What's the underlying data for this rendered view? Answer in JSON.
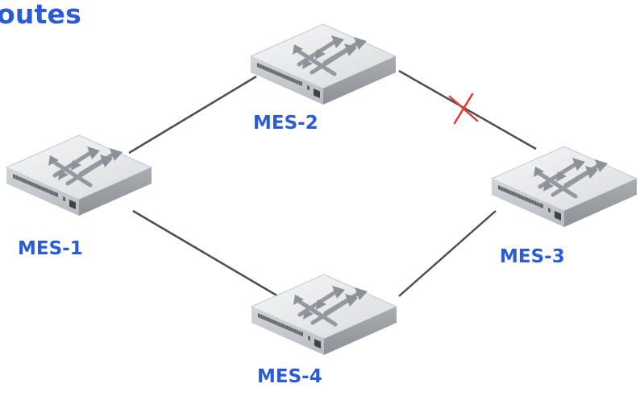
{
  "heading": "outes",
  "nodes": [
    {
      "id": "mes1",
      "label": "MES-1",
      "icon": "network-switch-icon"
    },
    {
      "id": "mes2",
      "label": "MES-2",
      "icon": "network-switch-icon"
    },
    {
      "id": "mes3",
      "label": "MES-3",
      "icon": "network-switch-icon"
    },
    {
      "id": "mes4",
      "label": "MES-4",
      "icon": "network-switch-icon"
    }
  ],
  "links": [
    {
      "from": "MES-1",
      "to": "MES-2",
      "status": "up"
    },
    {
      "from": "MES-2",
      "to": "MES-3",
      "status": "blocked"
    },
    {
      "from": "MES-3",
      "to": "MES-4",
      "status": "up"
    },
    {
      "from": "MES-4",
      "to": "MES-1",
      "status": "up"
    }
  ],
  "colors": {
    "accent": "#2b5cd6",
    "link": "#4a4f56",
    "blocked_marker": "#e53935"
  }
}
